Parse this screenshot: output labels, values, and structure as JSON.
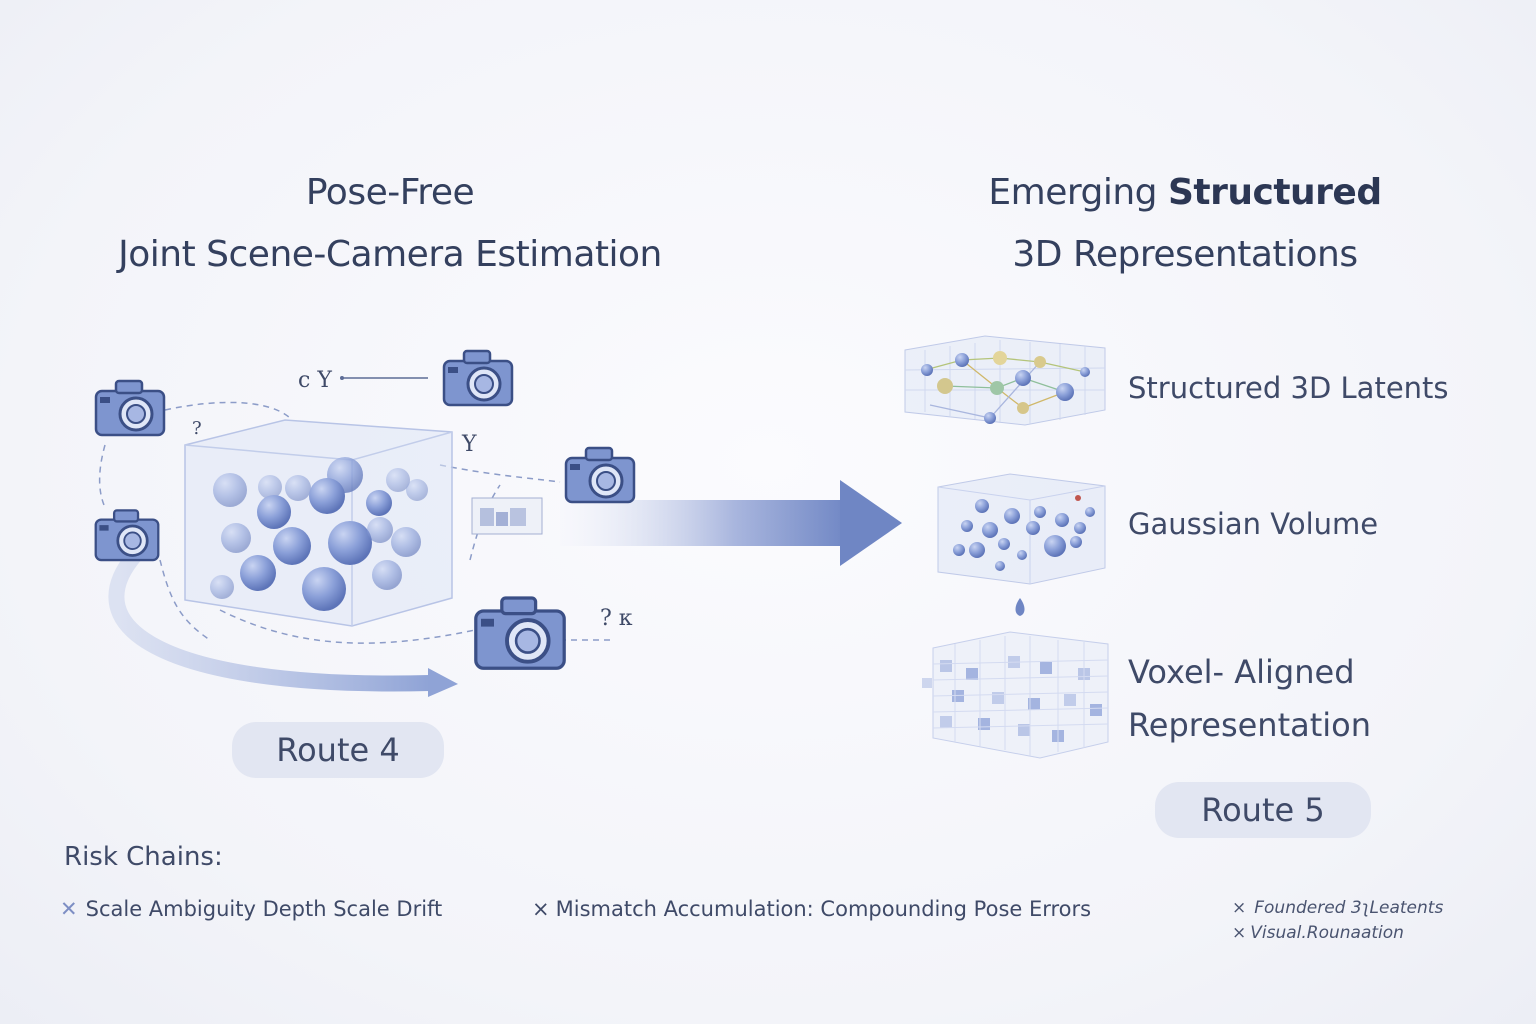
{
  "left_panel": {
    "title_line1": "Pose-Free",
    "title_line2": "Joint Scene-Camera Estimation",
    "route_label": "Route 4",
    "glyphs": {
      "top": "c Y",
      "cube_corner": "Y",
      "question_left": "?",
      "question_right": "? κ"
    }
  },
  "right_panel": {
    "title_line1_regular": "Emerging",
    "title_line1_bold": "Structured",
    "title_line2": "3D Representations",
    "representations": [
      {
        "label": "Structured 3D Latents",
        "icon": "latent-graph-icon"
      },
      {
        "label": "Gaussian Volume",
        "icon": "gaussian-volume-icon"
      },
      {
        "label_line1": "Voxel- Aligned",
        "label_line2": "Representation",
        "icon": "voxel-grid-icon"
      }
    ],
    "route_label": "Route 5"
  },
  "risk_chains": {
    "heading": "Risk Chains:",
    "items": [
      {
        "marker": "✕",
        "text": "Scale Ambiguity Depth Scale Drift"
      },
      {
        "marker": "×",
        "text": "Mismatch Accumulation: Compounding Pose Errors"
      }
    ],
    "minor_items": [
      {
        "marker": "×",
        "text": "Foundered 3ʅLeatents"
      },
      {
        "marker": "×",
        "text": "Visual.Rounaation"
      }
    ]
  },
  "colors": {
    "accent": "#6f86c4",
    "sphere": "#8a9fd8",
    "camera_fill": "#7e95cf",
    "camera_stroke": "#3b4f86",
    "text": "#3c4660"
  }
}
